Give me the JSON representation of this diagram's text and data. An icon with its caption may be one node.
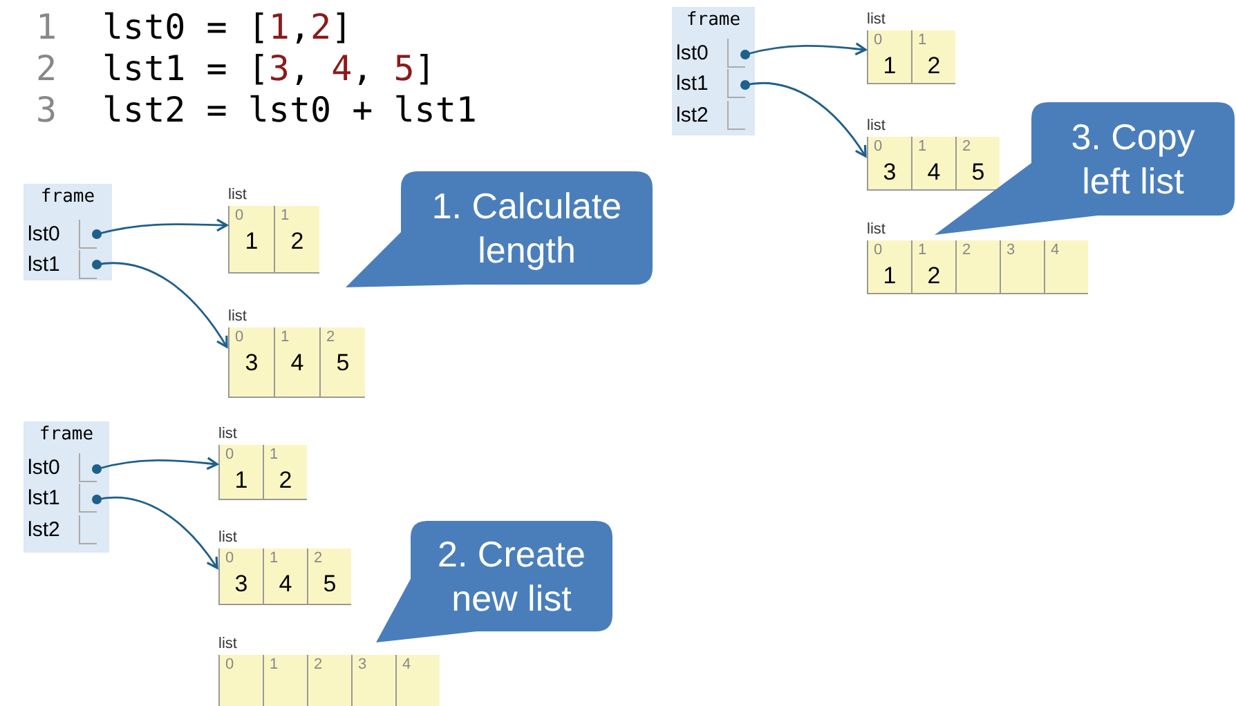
{
  "diagram": {
    "nodes": [
      {
        "text": [
          "frame"
        ]
      },
      {
        "text": [
          "lst0"
        ],
        "in": 0
      },
      {
        "text": [
          "lst1"
        ],
        "in": 0
      },
      {
        "text": [
          "list"
        ]
      },
      {
        "text": [
          "0",
          "1"
        ],
        "in": 3
      },
      {
        "text": [
          "1",
          "2"
        ],
        "in": 3
      },
      {
        "text": [
          "list"
        ]
      },
      {
        "text": [
          "0",
          "3"
        ],
        "in": 6
      },
      {
        "text": [
          "1",
          "4"
        ],
        "in": 6
      },
      {
        "text": [
          "2",
          "5"
        ],
        "in": 6
      },
      {
        "text": [
          "1. Calculate length"
        ]
      },
      {
        "text": [
          "frame"
        ]
      },
      {
        "text": [
          "lst0"
        ],
        "in": 11
      },
      {
        "text": [
          "lst1"
        ],
        "in": 11
      },
      {
        "text": [
          "lst2"
        ],
        "in": 11
      },
      {
        "text": [
          "list"
        ]
      },
      {
        "text": [
          "0",
          "1"
        ],
        "in": 15
      },
      {
        "text": [
          "1",
          "2"
        ],
        "in": 15
      },
      {
        "text": [
          "list"
        ]
      },
      {
        "text": [
          "0",
          "3"
        ],
        "in": 18
      },
      {
        "text": [
          "1",
          "4"
        ],
        "in": 18
      },
      {
        "text": [
          "2",
          "5"
        ],
        "in": 18
      },
      {
        "text": [
          "list"
        ]
      },
      {
        "text": [
          "0"
        ],
        "in": 22
      },
      {
        "text": [
          "1"
        ],
        "in": 22
      },
      {
        "text": [
          "2"
        ],
        "in": 22
      },
      {
        "text": [
          "3"
        ],
        "in": 22
      },
      {
        "text": [
          "4"
        ],
        "in": 22
      },
      {
        "text": [
          "2. Create new list"
        ]
      },
      {
        "text": [
          "frame"
        ]
      },
      {
        "text": [
          "lst0"
        ],
        "in": 29
      },
      {
        "text": [
          "lst1"
        ],
        "in": 29
      },
      {
        "text": [
          "lst2"
        ],
        "in": 29
      },
      {
        "text": [
          "list"
        ]
      },
      {
        "text": [
          "0",
          "1"
        ],
        "in": 33
      },
      {
        "text": [
          "1",
          "2"
        ],
        "in": 33
      },
      {
        "text": [
          "list"
        ]
      },
      {
        "text": [
          "0",
          "3"
        ],
        "in": 36
      },
      {
        "text": [
          "1",
          "4"
        ],
        "in": 36
      },
      {
        "text": [
          "2",
          "5"
        ],
        "in": 36
      },
      {
        "text": [
          "list"
        ]
      },
      {
        "text": [
          "0",
          "1"
        ],
        "in": 40
      },
      {
        "text": [
          "1",
          "2"
        ],
        "in": 40
      },
      {
        "text": [
          "2"
        ],
        "in": 40
      },
      {
        "text": [
          "3"
        ],
        "in": 40
      },
      {
        "text": [
          "4"
        ],
        "in": 40
      },
      {
        "text": [
          "3. Copy left list"
        ]
      }
    ],
    "edges": [
      {
        "from": 1,
        "to": 3,
        "arrow": "to"
      },
      {
        "from": 2,
        "to": 6,
        "arrow": "to"
      },
      {
        "from": 12,
        "to": 15,
        "arrow": "to"
      },
      {
        "from": 13,
        "to": 18,
        "arrow": "to"
      },
      {
        "from": 30,
        "to": 33,
        "arrow": "to"
      },
      {
        "from": 31,
        "to": 36,
        "arrow": "to"
      }
    ],
    "labels": [
      "1",
      "lst0 = [1,2]",
      "2",
      "lst1 = [3, 4, 5]",
      "3",
      "lst2 = lst0 + lst1"
    ]
  }
}
